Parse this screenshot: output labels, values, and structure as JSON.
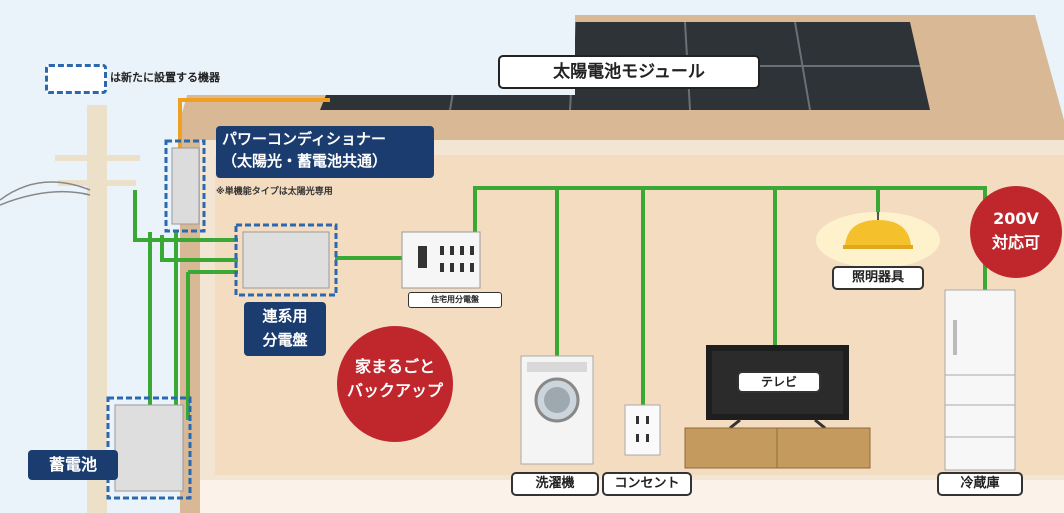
{
  "legend": {
    "text": "は新たに設置する機器"
  },
  "solar_module": {
    "label": "太陽電池モジュール"
  },
  "power_conditioner": {
    "line1": "パワーコンディショナー",
    "line2": "（太陽光・蓄電池共通）",
    "note": "※単機能タイプは太陽光専用"
  },
  "grid_panel": {
    "line1": "連系用",
    "line2": "分電盤"
  },
  "home_panel": {
    "label": "住宅用分電盤"
  },
  "battery": {
    "label": "蓄電池"
  },
  "whole_house_badge": {
    "line1": "家まるごと",
    "line2": "バックアップ"
  },
  "voltage_badge": {
    "line1": "200V",
    "line2": "対応可"
  },
  "appliances": {
    "lighting": "照明器具",
    "tv": "テレビ",
    "washer": "洗濯機",
    "outlet": "コンセント",
    "fridge": "冷蔵庫"
  },
  "colors": {
    "wire": "#3aa835",
    "solar_wire": "#f0a020",
    "navy": "#1b3c6e",
    "badge_red": "#c0272d",
    "new_device_border": "#2a68b0"
  }
}
